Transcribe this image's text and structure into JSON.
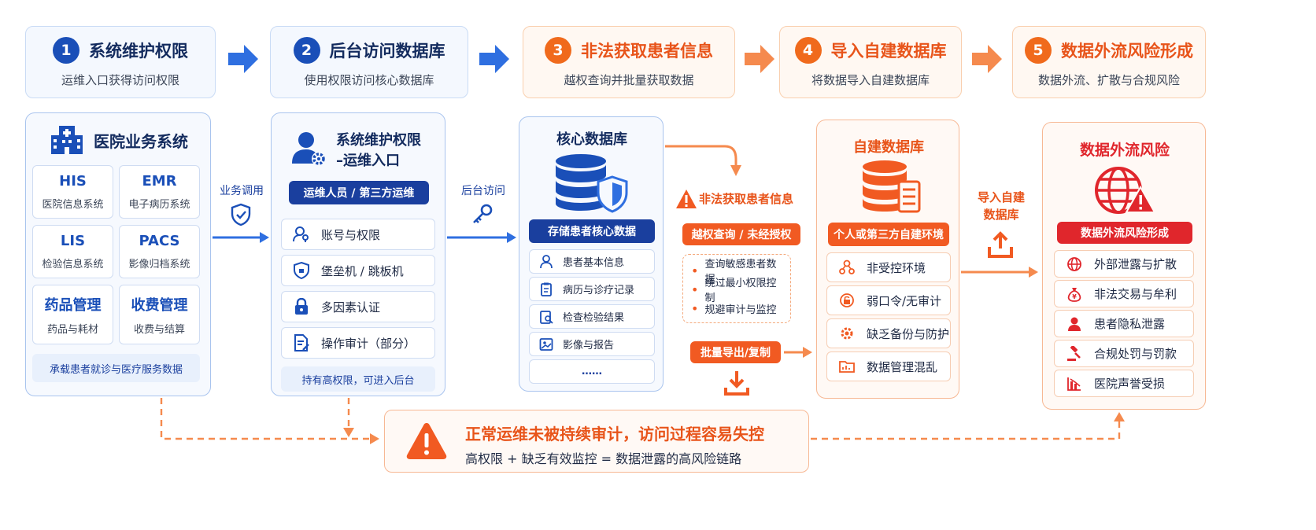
{
  "steps": [
    {
      "num": "1",
      "title": "系统维护权限",
      "sub": "运维入口获得访问权限"
    },
    {
      "num": "2",
      "title": "后台访问数据库",
      "sub": "使用权限访问核心数据库"
    },
    {
      "num": "3",
      "title": "非法获取患者信息",
      "sub": "越权查询并批量获取数据"
    },
    {
      "num": "4",
      "title": "导入自建数据库",
      "sub": "将数据导入自建数据库"
    },
    {
      "num": "5",
      "title": "数据外流风险形成",
      "sub": "数据外流、扩散与合规风险"
    }
  ],
  "hospital": {
    "title": "医院业务系统",
    "systems": [
      {
        "name": "HIS",
        "desc": "医院信息系统"
      },
      {
        "name": "EMR",
        "desc": "电子病历系统"
      },
      {
        "name": "LIS",
        "desc": "检验信息系统"
      },
      {
        "name": "PACS",
        "desc": "影像归档系统"
      },
      {
        "name": "药品管理",
        "desc": "药品与耗材"
      },
      {
        "name": "收费管理",
        "desc": "收费与结算"
      }
    ],
    "footer": "承载患者就诊与医疗服务数据"
  },
  "link1": {
    "label": "业务调用"
  },
  "ops": {
    "title_line1": "系统维护权限",
    "title_line2": "–运维入口",
    "pill": "运维人员 / 第三方运维",
    "items": [
      "账号与权限",
      "堡垒机 / 跳板机",
      "多因素认证",
      "操作审计（部分）"
    ],
    "footer": "持有高权限，可进入后台"
  },
  "link2": {
    "label": "后台访问"
  },
  "coredb": {
    "title": "核心数据库",
    "pill": "存储患者核心数据",
    "items": [
      "患者基本信息",
      "病历与诊疗记录",
      "检查检验结果",
      "影像与报告",
      "……"
    ]
  },
  "illegal": {
    "title": "非法获取患者信息",
    "pill": "越权查询 / 未经授权",
    "bullets": [
      "查询敏感患者数据",
      "绕过最小权限控制",
      "规避审计与监控"
    ],
    "export": "批量导出/复制"
  },
  "selfdb": {
    "title": "自建数据库",
    "pill": "个人或第三方自建环境",
    "items": [
      "非受控环境",
      "弱口令/无审计",
      "缺乏备份与防护",
      "数据管理混乱"
    ]
  },
  "link4": {
    "label_line1": "导入自建",
    "label_line2": "数据库"
  },
  "risk": {
    "title": "数据外流风险",
    "pill": "数据外流风险形成",
    "items": [
      "外部泄露与扩散",
      "非法交易与牟利",
      "患者隐私泄露",
      "合规处罚与罚款",
      "医院声誉受损"
    ]
  },
  "alert": {
    "title": "正常运维未被持续审计，访问过程容易失控",
    "sub": "高权限 + 缺乏有效监控 = 数据泄露的高风险链路"
  },
  "colors": {
    "blue": "#1a4fb8",
    "navy": "#1a3f9e",
    "orange": "#f15a22",
    "red": "#e0262c"
  }
}
